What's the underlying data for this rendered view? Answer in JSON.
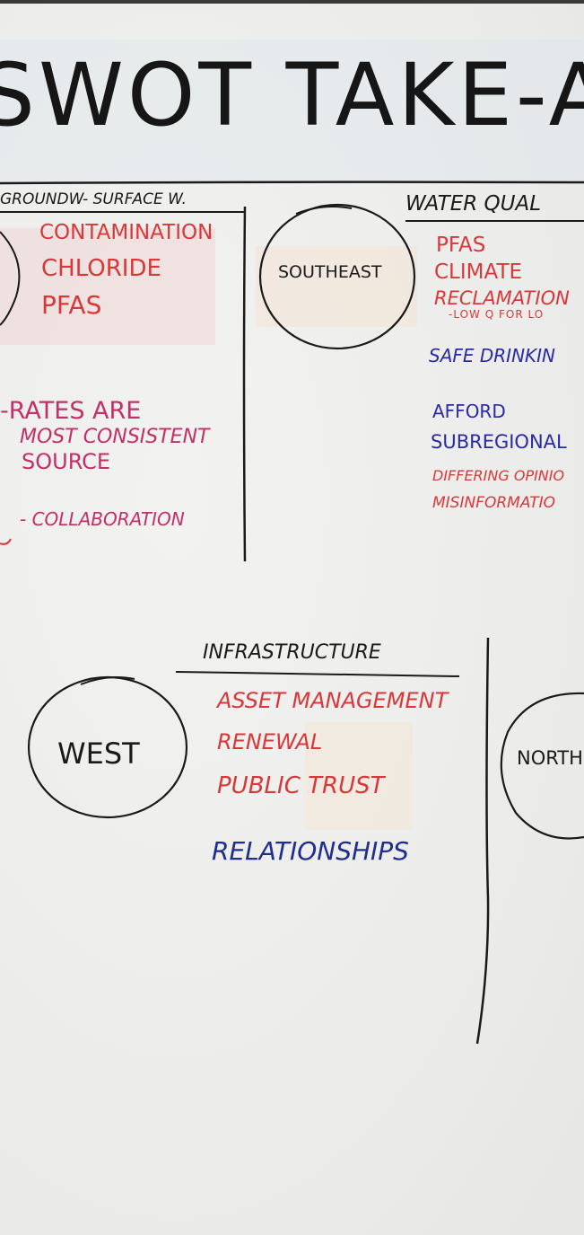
{
  "title": "SWOT TAKE-A",
  "top_left": {
    "header": "GROUNDW- SURFACE W.",
    "items": [
      "CONTAMINATION",
      "CHLORIDE",
      "PFAS"
    ],
    "rates_line1": "-RATES ARE",
    "rates_line2": "MOST CONSISTENT",
    "rates_line3": "SOURCE",
    "collaboration": "- COLLABORATION"
  },
  "southeast": {
    "circle_label": "SOUTHEAST",
    "header": "WATER QUAL",
    "items_red": [
      "PFAS",
      "CLIMATE",
      "RECLAMATION"
    ],
    "reclamation_note": "-LOW Q FOR LO",
    "safe_drinking": "SAFE DRINKIN",
    "afford": "AFFORD",
    "subregional": "SUBREGIONAL",
    "differing": "DIFFERING OPINIO",
    "misinformation": "MISINFORMATIO"
  },
  "west": {
    "circle_label": "WEST",
    "header": "INFRASTRUCTURE",
    "items_red": [
      "ASSET MANAGEMENT",
      "RENEWAL",
      "PUBLIC TRUST"
    ],
    "relationships": "RELATIONSHIPS"
  },
  "north": {
    "circle_label": "NORTH"
  },
  "colors": {
    "red_marker": "#d8383a",
    "pink_marker": "#c2306a",
    "blue_marker": "#2a2aa4",
    "black_marker": "#1a1a1a"
  }
}
